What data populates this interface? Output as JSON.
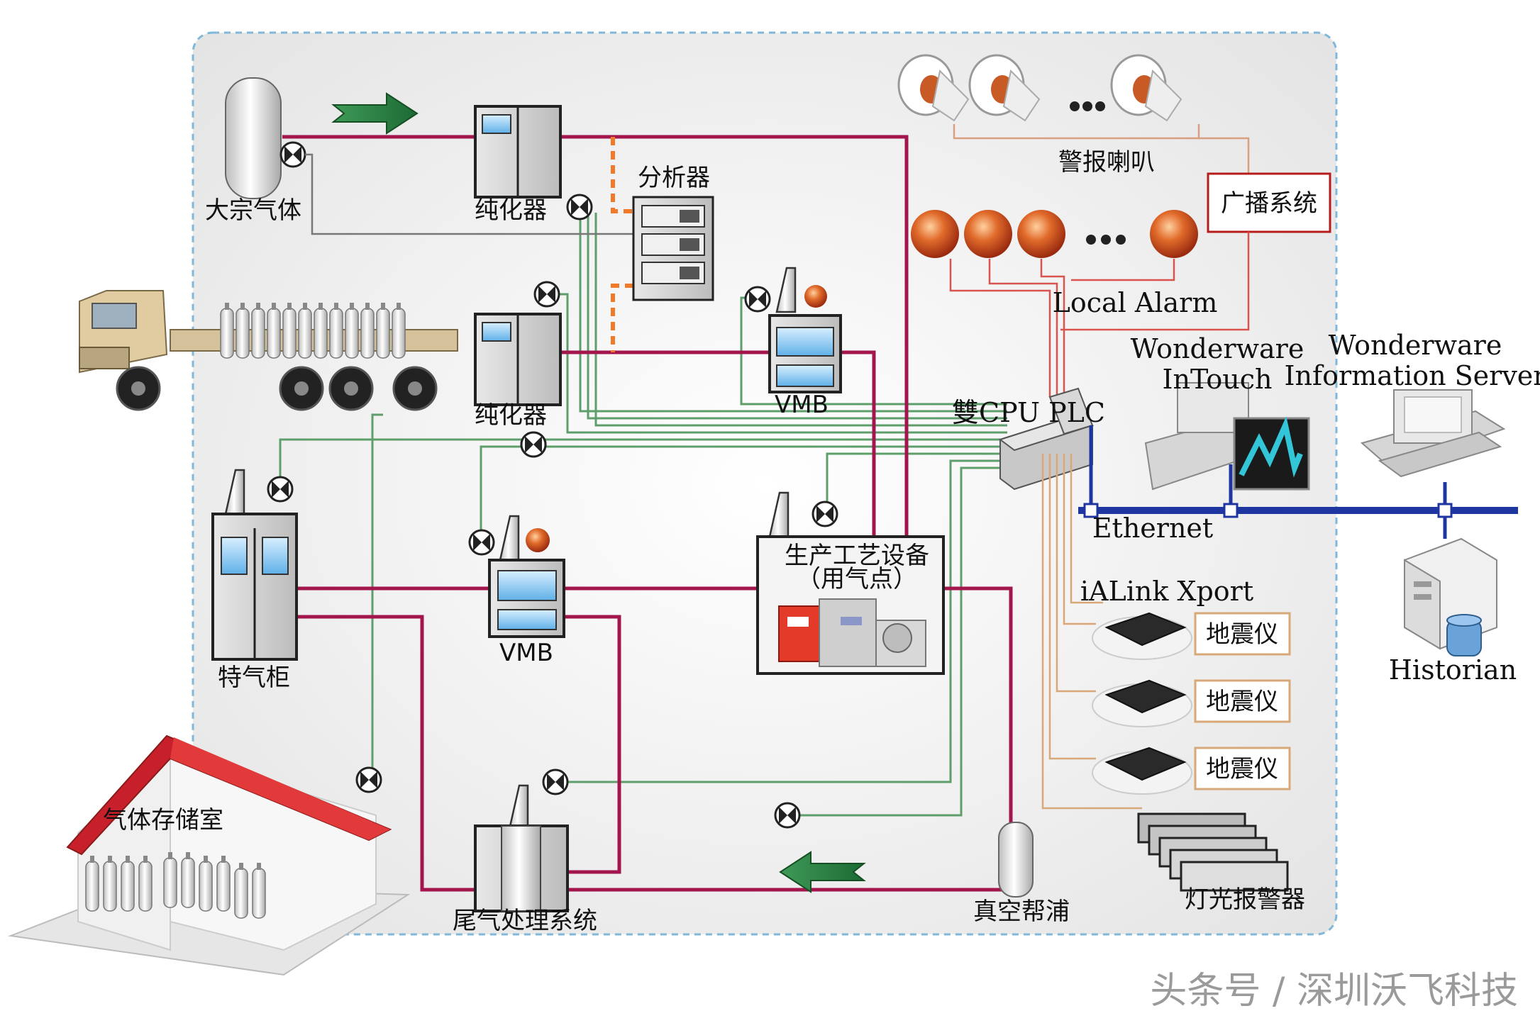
{
  "labels": {
    "bulk_gas": "大宗气体",
    "purifier_1": "纯化器",
    "purifier_2": "纯化器",
    "analyzer": "分析器",
    "vmb_top": "VMB",
    "vmb_bottom": "VMB",
    "special_gas_cabinet": "特气柜",
    "process_equipment_line1": "生产工艺设备",
    "process_equipment_line2": "（用气点）",
    "storage_room": "气体存储室",
    "exhaust_system": "尾气处理系统",
    "vacuum_pump": "真空帮浦",
    "alarm_horns": "警报喇叭",
    "broadcast_system": "广播系统",
    "local_alarm": "Local Alarm",
    "plc": "雙CPU PLC",
    "intouch_line1": "Wonderware",
    "intouch_line2": "InTouch",
    "infoserver_line1": "Wonderware",
    "infoserver_line2": "Information Server",
    "ethernet": "Ethernet",
    "ialink": "iALink Xport",
    "seismometer_1": "地震仪",
    "seismometer_2": "地震仪",
    "seismometer_3": "地震仪",
    "light_alarm": "灯光报警器",
    "historian": "Historian",
    "watermark": "头条号 / 深圳沃飞科技"
  },
  "colors": {
    "gas_pipe": "#a3154d",
    "signal_line": "#5e9e6b",
    "alarm_line": "#d9534f",
    "serial_line": "#d8a878",
    "ethernet": "#1f35a0",
    "arrow": "#3a8a4a"
  },
  "icons": [
    "truck-icon",
    "gas-cylinder-icon",
    "purifier-cabinet-icon",
    "analyzer-icon",
    "valve-icon",
    "siren-horn-icon",
    "alarm-lamp-icon",
    "plc-icon",
    "workstation-icon",
    "server-icon",
    "seismometer-icon",
    "warning-light-bank-icon",
    "storage-house-icon",
    "flow-arrow-icon"
  ]
}
